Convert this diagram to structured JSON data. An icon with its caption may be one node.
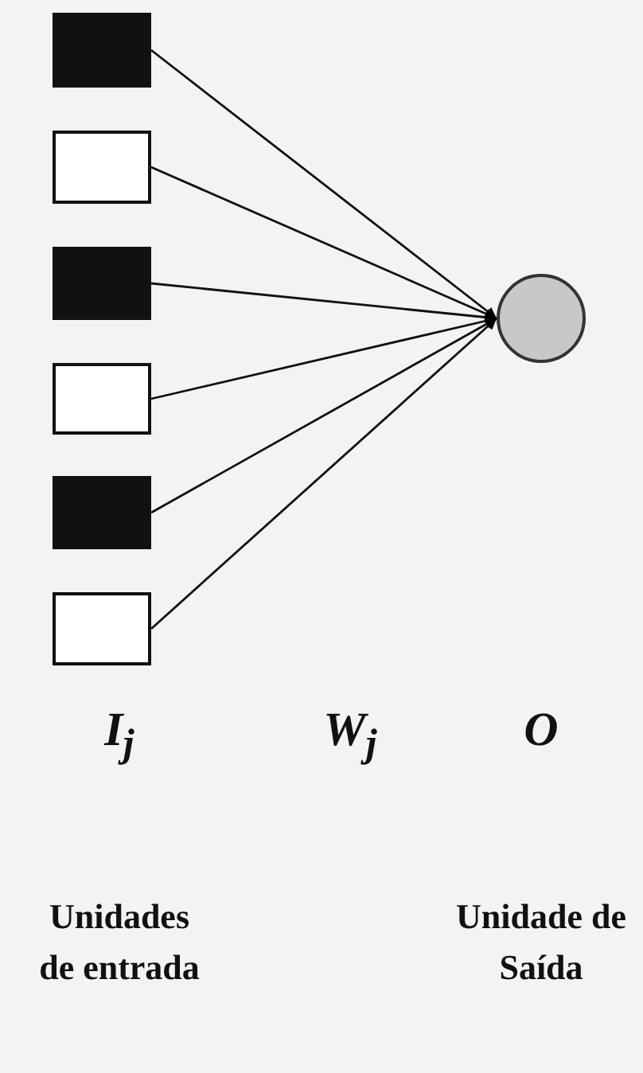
{
  "diagram": {
    "nodes": [
      {
        "text": [],
        "shape": "box"
      },
      {
        "text": [],
        "shape": "box"
      },
      {
        "text": [],
        "shape": "box"
      },
      {
        "text": [],
        "shape": "box"
      },
      {
        "text": [],
        "shape": "box"
      },
      {
        "text": [],
        "shape": "box"
      },
      {
        "text": [],
        "shape": "circle"
      }
    ],
    "edges": [
      {
        "from": 0,
        "to": 6,
        "arrow": "to"
      },
      {
        "from": 1,
        "to": 6,
        "arrow": "to"
      },
      {
        "from": 2,
        "to": 6,
        "arrow": "to"
      },
      {
        "from": 3,
        "to": 6,
        "arrow": "to"
      },
      {
        "from": 4,
        "to": 6,
        "arrow": "to"
      },
      {
        "from": 5,
        "to": 6,
        "arrow": "to"
      }
    ],
    "labels": [
      "I$_{j}$",
      "W$_{j}$",
      "O",
      "Unidades de entrada",
      "Unidade de Saída"
    ]
  }
}
